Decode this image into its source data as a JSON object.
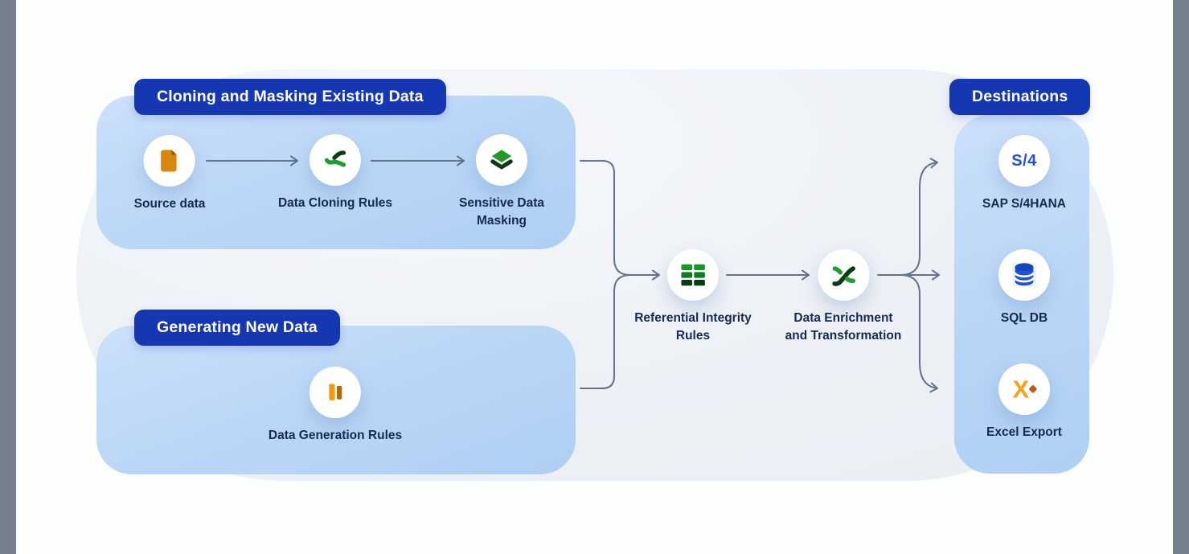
{
  "cloning": {
    "badge": "Cloning and Masking Existing Data",
    "nodes": [
      {
        "label": "Source data",
        "icon": "document-icon"
      },
      {
        "label": "Data Cloning Rules",
        "icon": "cloning-icon"
      },
      {
        "label": "Sensitive Data Masking",
        "icon": "masking-layers-icon"
      }
    ]
  },
  "generating": {
    "badge": "Generating New Data",
    "nodes": [
      {
        "label": "Data Generation Rules",
        "icon": "generation-bars-icon"
      }
    ]
  },
  "middle": {
    "nodes": [
      {
        "label": "Referential Integrity Rules",
        "icon": "integrity-grid-icon"
      },
      {
        "label": "Data Enrichment and Transformation",
        "icon": "shuffle-transform-icon"
      }
    ]
  },
  "destinations": {
    "badge": "Destinations",
    "nodes": [
      {
        "label": "SAP S/4HANA",
        "icon": "sap-s4-icon",
        "icon_text": "S/4"
      },
      {
        "label": "SQL DB",
        "icon": "database-icon"
      },
      {
        "label": "Excel Export",
        "icon": "excel-icon",
        "icon_text": "X"
      }
    ]
  },
  "colors": {
    "badge_blue": "#1637b2",
    "panel_blue": "#b9d5f6",
    "arrow_gray": "#62738a",
    "green": "#1ba02e",
    "dark_green": "#0d3a16",
    "doc_orange": "#d8860c",
    "sap_blue": "#2150d8",
    "db_blue": "#1c50d6",
    "excel_orange": "#f3a01c",
    "frame_gray": "#75818e",
    "label_navy": "#152a4e"
  }
}
